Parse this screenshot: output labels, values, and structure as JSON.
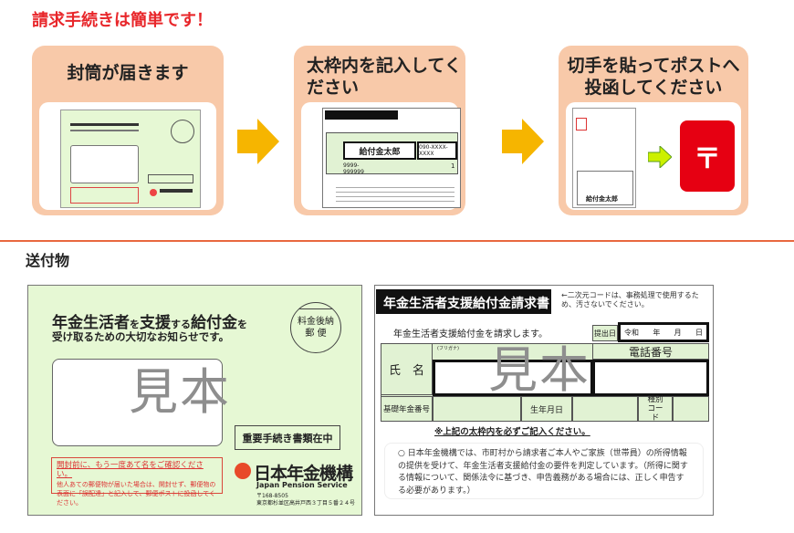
{
  "title": "請求手続きは簡単です！",
  "steps": [
    {
      "label": "封筒が届きます"
    },
    {
      "label": "太枠内を記入してください"
    },
    {
      "label": "切手を貼ってポストへ投函してください"
    }
  ],
  "thumb_form": {
    "name": "給付金太郎",
    "phone": "090-XXXX-XXXX",
    "pension_no": "9999-999999",
    "code": "1"
  },
  "thumb_postcard": {
    "name": "給付金太郎"
  },
  "postbox_symbol": "〒",
  "section_title": "送付物",
  "envelope": {
    "headline_a": "年金生活者",
    "headline_b": "を",
    "headline_c": "支援",
    "headline_d": "する",
    "headline_e": "給付金",
    "headline_f": "を",
    "subline": "受け取るための大切なお知らせです。",
    "stamp_line1": "料金後納",
    "stamp_line2": "郵 便",
    "sample": "見本",
    "important": "重要手続き書類在中",
    "warning_title": "開封前に、もう一度あて名をご確認ください。",
    "warning_body": "他人あての郵便物が届いた場合は、開封せず、郵便物の表面に「誤配達」と記入して、郵便ポストに投函してください。",
    "org_name": "日本年金機構",
    "org_name_en": "Japan Pension Service",
    "postal": "〒168-8505",
    "address": "東京都杉並区高井戸西３丁目５番２４号"
  },
  "form": {
    "title": "年金生活者支援給付金請求書",
    "qr_note": "←二次元コードは、事務処理で使用するため、汚さないでください。",
    "request": "年金生活者支援給付金を請求します。",
    "submit_label": "提出日",
    "era": "令和",
    "year": "年",
    "month": "月",
    "day": "日",
    "name_label": "氏　名",
    "furigana": "(フリガナ)",
    "phone_label": "電話番号",
    "pension_no_label": "基礎年金番号",
    "birth_label": "生年月日",
    "type_code_label": "種別コード",
    "sample": "見本",
    "instruction": "※上記の太枠内を必ずご記入ください。",
    "note": "○ 日本年金機構では、市町村から請求者ご本人やご家族（世帯員）の所得情報の提供を受けて、年金生活者支援給付金の要件を判定しています。（所得に関する情報について、関係法令に基づき、申告義務がある場合には、正しく申告する必要があります。）"
  },
  "colors": {
    "title": "#e8262a",
    "card": "#f8c9a9",
    "arrow": "#f6b500",
    "separator": "#e9683f",
    "envelope": "#e6f8d4",
    "postbox": "#e60012"
  }
}
